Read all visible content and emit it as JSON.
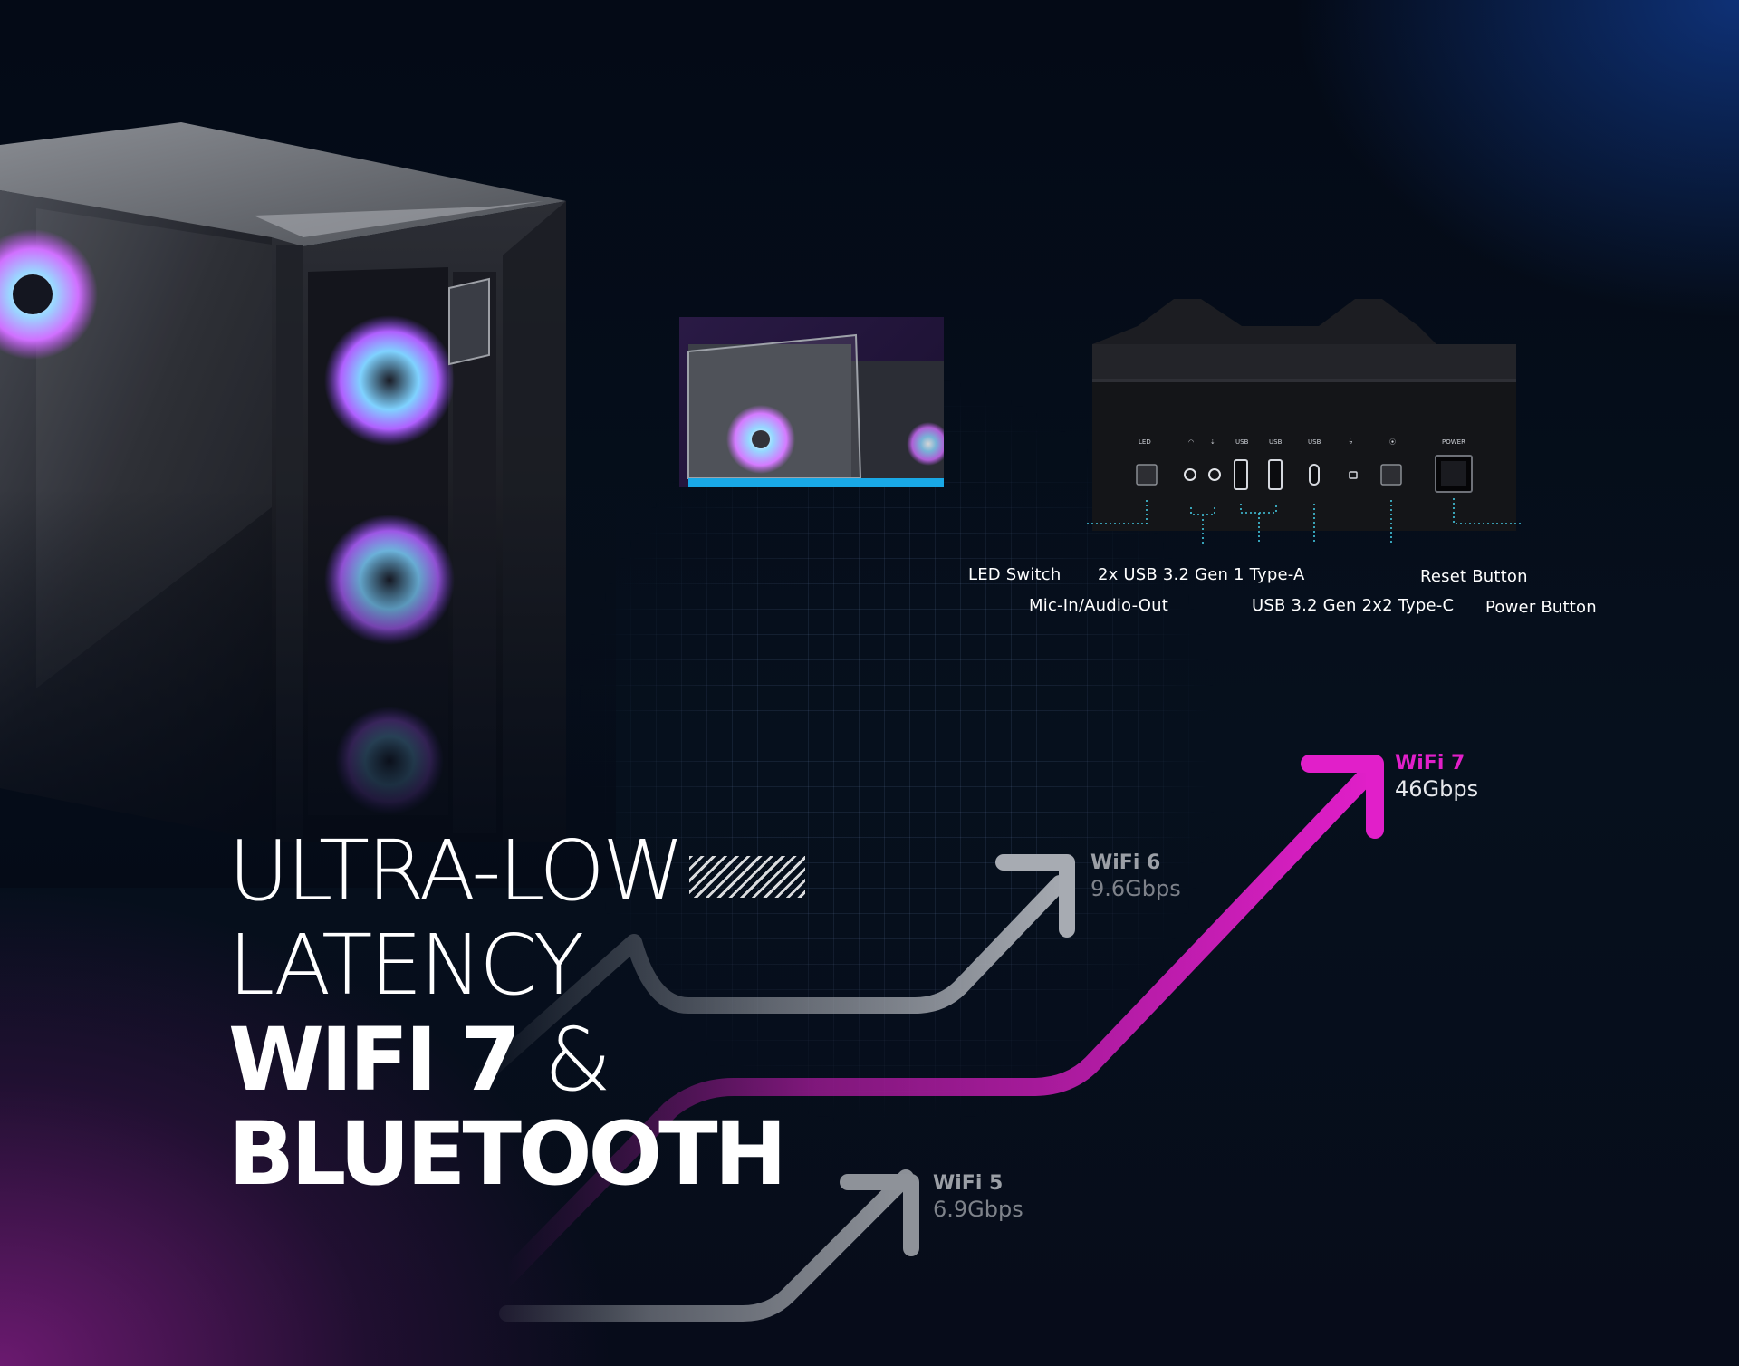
{
  "colors": {
    "accent_magenta": "#e11fc9",
    "accent_blue": "#19a8e6",
    "io_callout_line": "#43c7e0",
    "arrow_gray": "#8a8e96"
  },
  "headline": {
    "line1": "ULTRA-LOW",
    "line2": "LATENCY",
    "line3_bold": "WIFI 7",
    "line3_amp": "&",
    "line4_bold": "BLUETOOTH"
  },
  "io_ports": {
    "led_switch": "LED Switch",
    "mic_audio": "Mic-In/Audio-Out",
    "usb_a": "2x USB 3.2 Gen 1 Type-A",
    "usb_c": "USB 3.2 Gen 2x2 Type-C",
    "reset": "Reset Button",
    "power": "Power Button"
  },
  "wifi": [
    {
      "name": "WiFi 7",
      "speed": "46Gbps",
      "color": "#e11fc9"
    },
    {
      "name": "WiFi 6",
      "speed": "9.6Gbps",
      "color": "#9b9fa6"
    },
    {
      "name": "WiFi 5",
      "speed": "6.9Gbps",
      "color": "#9b9fa6"
    }
  ]
}
